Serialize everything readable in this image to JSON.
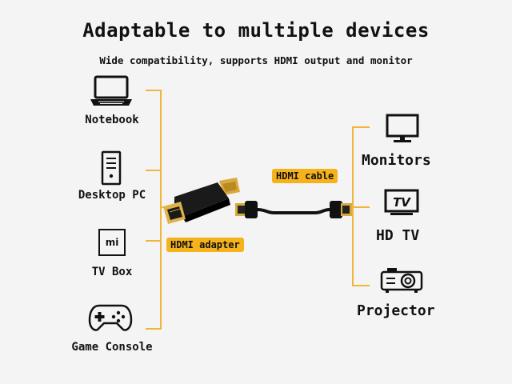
{
  "header": {
    "title": "Adaptable to multiple devices",
    "subtitle": "Wide compatibility, supports HDMI output and monitor"
  },
  "left_devices": [
    {
      "label": "Notebook",
      "icon": "laptop-icon"
    },
    {
      "label": "Desktop PC",
      "icon": "desktop-tower-icon"
    },
    {
      "label": "TV Box",
      "icon": "tv-box-icon",
      "icon_text": "mi"
    },
    {
      "label": "Game Console",
      "icon": "gamepad-icon"
    }
  ],
  "right_devices": [
    {
      "label": "Monitors",
      "icon": "monitor-icon"
    },
    {
      "label": "HD TV",
      "icon": "tv-icon",
      "icon_text": "TV"
    },
    {
      "label": "Projector",
      "icon": "projector-icon"
    }
  ],
  "center": {
    "adapter_tag": "HDMI adapter",
    "cable_tag": "HDMI cable"
  },
  "colors": {
    "accent": "#f6b21a",
    "connector_line": "#f0b53a",
    "background": "#f4f4f4"
  }
}
